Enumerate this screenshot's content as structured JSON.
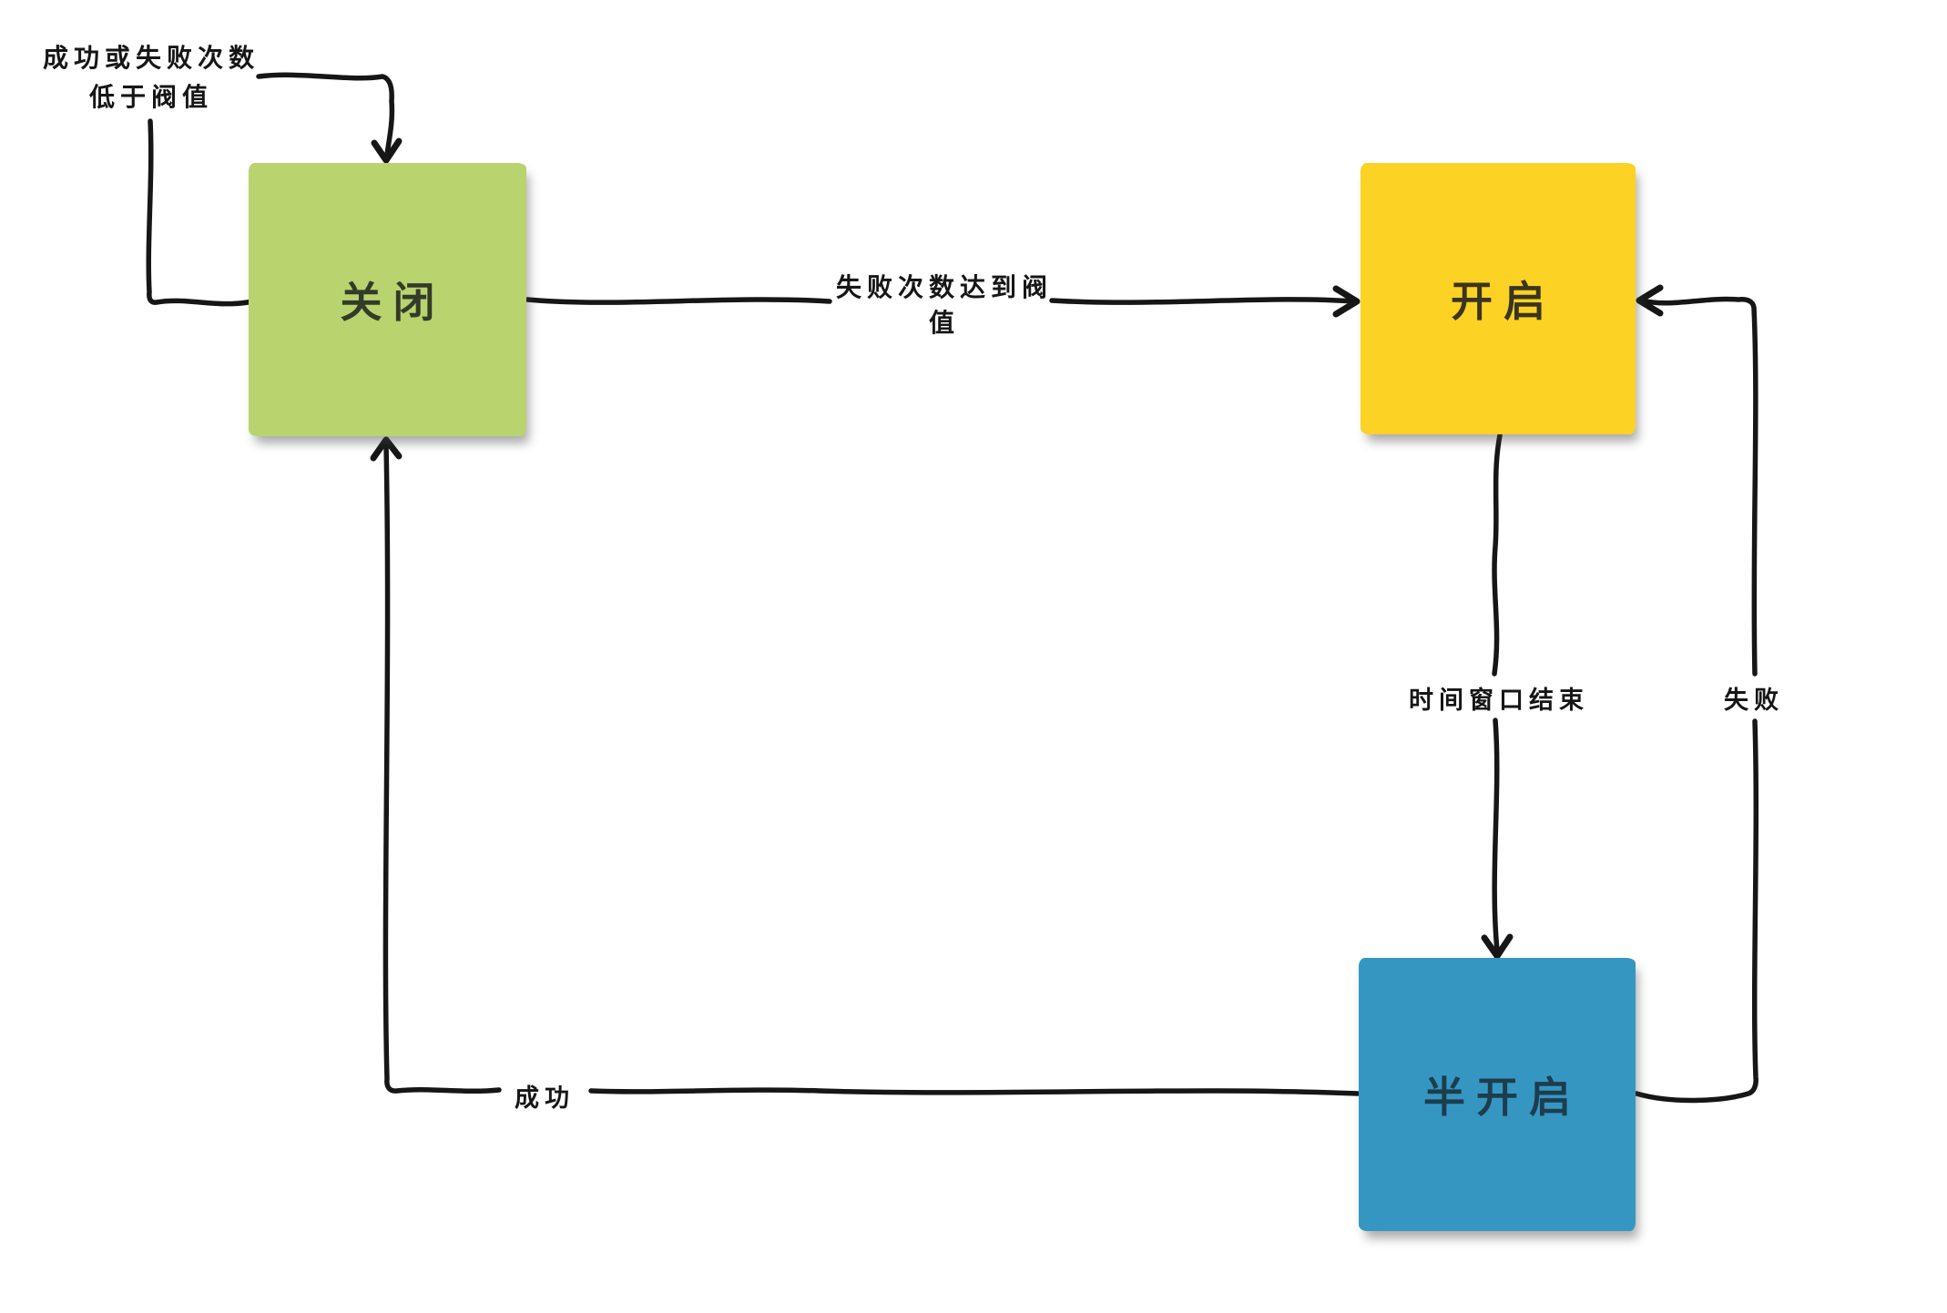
{
  "diagram": {
    "kind": "state-diagram",
    "background": "#ffffff",
    "line_color": "#161616",
    "states": [
      {
        "id": "closed",
        "label": "关闭",
        "color": "#b9d36f",
        "text_color": "#333b29"
      },
      {
        "id": "open",
        "label": "开启",
        "color": "#fcd224",
        "text_color": "#3a3520"
      },
      {
        "id": "half_open",
        "label": "半开启",
        "color": "#3597c1",
        "text_color": "#1d3d4e"
      }
    ],
    "transitions": [
      {
        "from": "closed",
        "to": "closed",
        "label_line1": "成功或失败次数",
        "label_line2": "低于阀值"
      },
      {
        "from": "closed",
        "to": "open",
        "label_line1": "失败次数达到阀",
        "label_line2": "值"
      },
      {
        "from": "open",
        "to": "half_open",
        "label": "时间窗口结束"
      },
      {
        "from": "half_open",
        "to": "open",
        "label": "失败"
      },
      {
        "from": "half_open",
        "to": "closed",
        "label": "成功"
      }
    ]
  }
}
